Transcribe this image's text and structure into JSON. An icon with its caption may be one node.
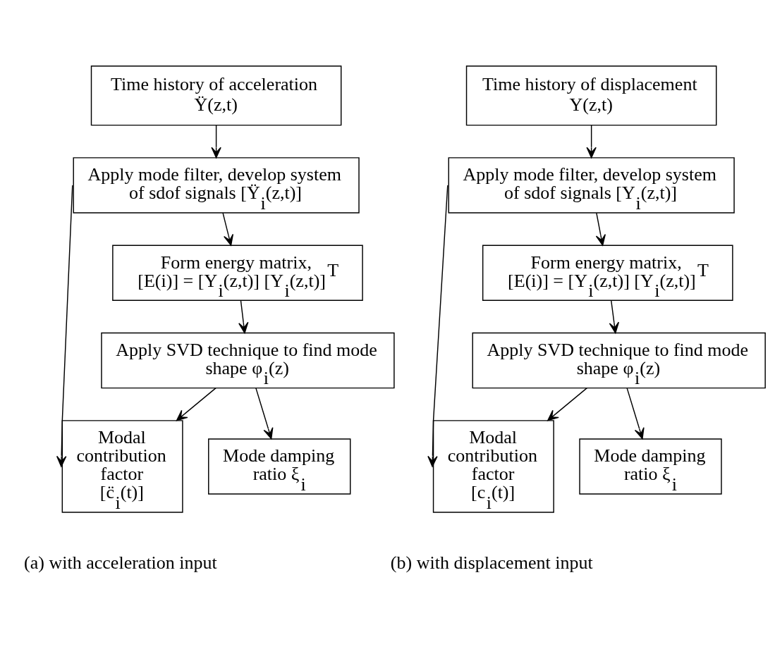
{
  "diagram": {
    "nodes": [
      {
        "text": [
          "Time history of acceleration",
          "Ÿ(z,t)"
        ]
      },
      {
        "text": [
          "Apply mode filter, develop system of sdof signals [Ÿ$_{i}$(z,t)]"
        ]
      },
      {
        "text": [
          "Form energy matrix,",
          "[E(i)] = [Y$_{i}$(z,t)] [Y$_{i}$(z,t)]$^{T}$"
        ]
      },
      {
        "text": [
          "Apply SVD technique to find mode shape φ$_{i}$(z)"
        ]
      },
      {
        "text": [
          "Modal contribution factor [c̈$_{i}$(t)]"
        ]
      },
      {
        "text": [
          "Mode damping ratio ξ$_{i}$"
        ]
      },
      {
        "text": [
          "Time history of displacement",
          "Y(z,t)"
        ]
      },
      {
        "text": [
          "Apply mode filter, develop system of sdof signals [Y$_{i}$(z,t)]"
        ]
      },
      {
        "text": [
          "Form energy matrix,",
          "[E(i)] = [Y$_{i}$(z,t)] [Y$_{i}$(z,t)]$^{T}$"
        ]
      },
      {
        "text": [
          "Apply SVD technique to find mode shape φ$_{i}$(z)"
        ]
      },
      {
        "text": [
          "Modal contribution factor [c$_{i}$(t)]"
        ]
      },
      {
        "text": [
          "Mode damping ratio ξ$_{i}$"
        ]
      }
    ],
    "edges": [
      {
        "from": 0,
        "to": 1,
        "arrow": "to"
      },
      {
        "from": 1,
        "to": 2,
        "arrow": "to"
      },
      {
        "from": 2,
        "to": 3,
        "arrow": "to"
      },
      {
        "from": 3,
        "to": 4,
        "arrow": "to"
      },
      {
        "from": 3,
        "to": 5,
        "arrow": "to"
      },
      {
        "from": 1,
        "to": 4,
        "arrow": "to"
      },
      {
        "from": 6,
        "to": 7,
        "arrow": "to"
      },
      {
        "from": 7,
        "to": 8,
        "arrow": "to"
      },
      {
        "from": 8,
        "to": 9,
        "arrow": "to"
      },
      {
        "from": 9,
        "to": 10,
        "arrow": "to"
      },
      {
        "from": 9,
        "to": 11,
        "arrow": "to"
      },
      {
        "from": 7,
        "to": 10,
        "arrow": "to"
      }
    ],
    "labels": [
      "(a) with acceleration input",
      "(b) with displacement input"
    ]
  }
}
